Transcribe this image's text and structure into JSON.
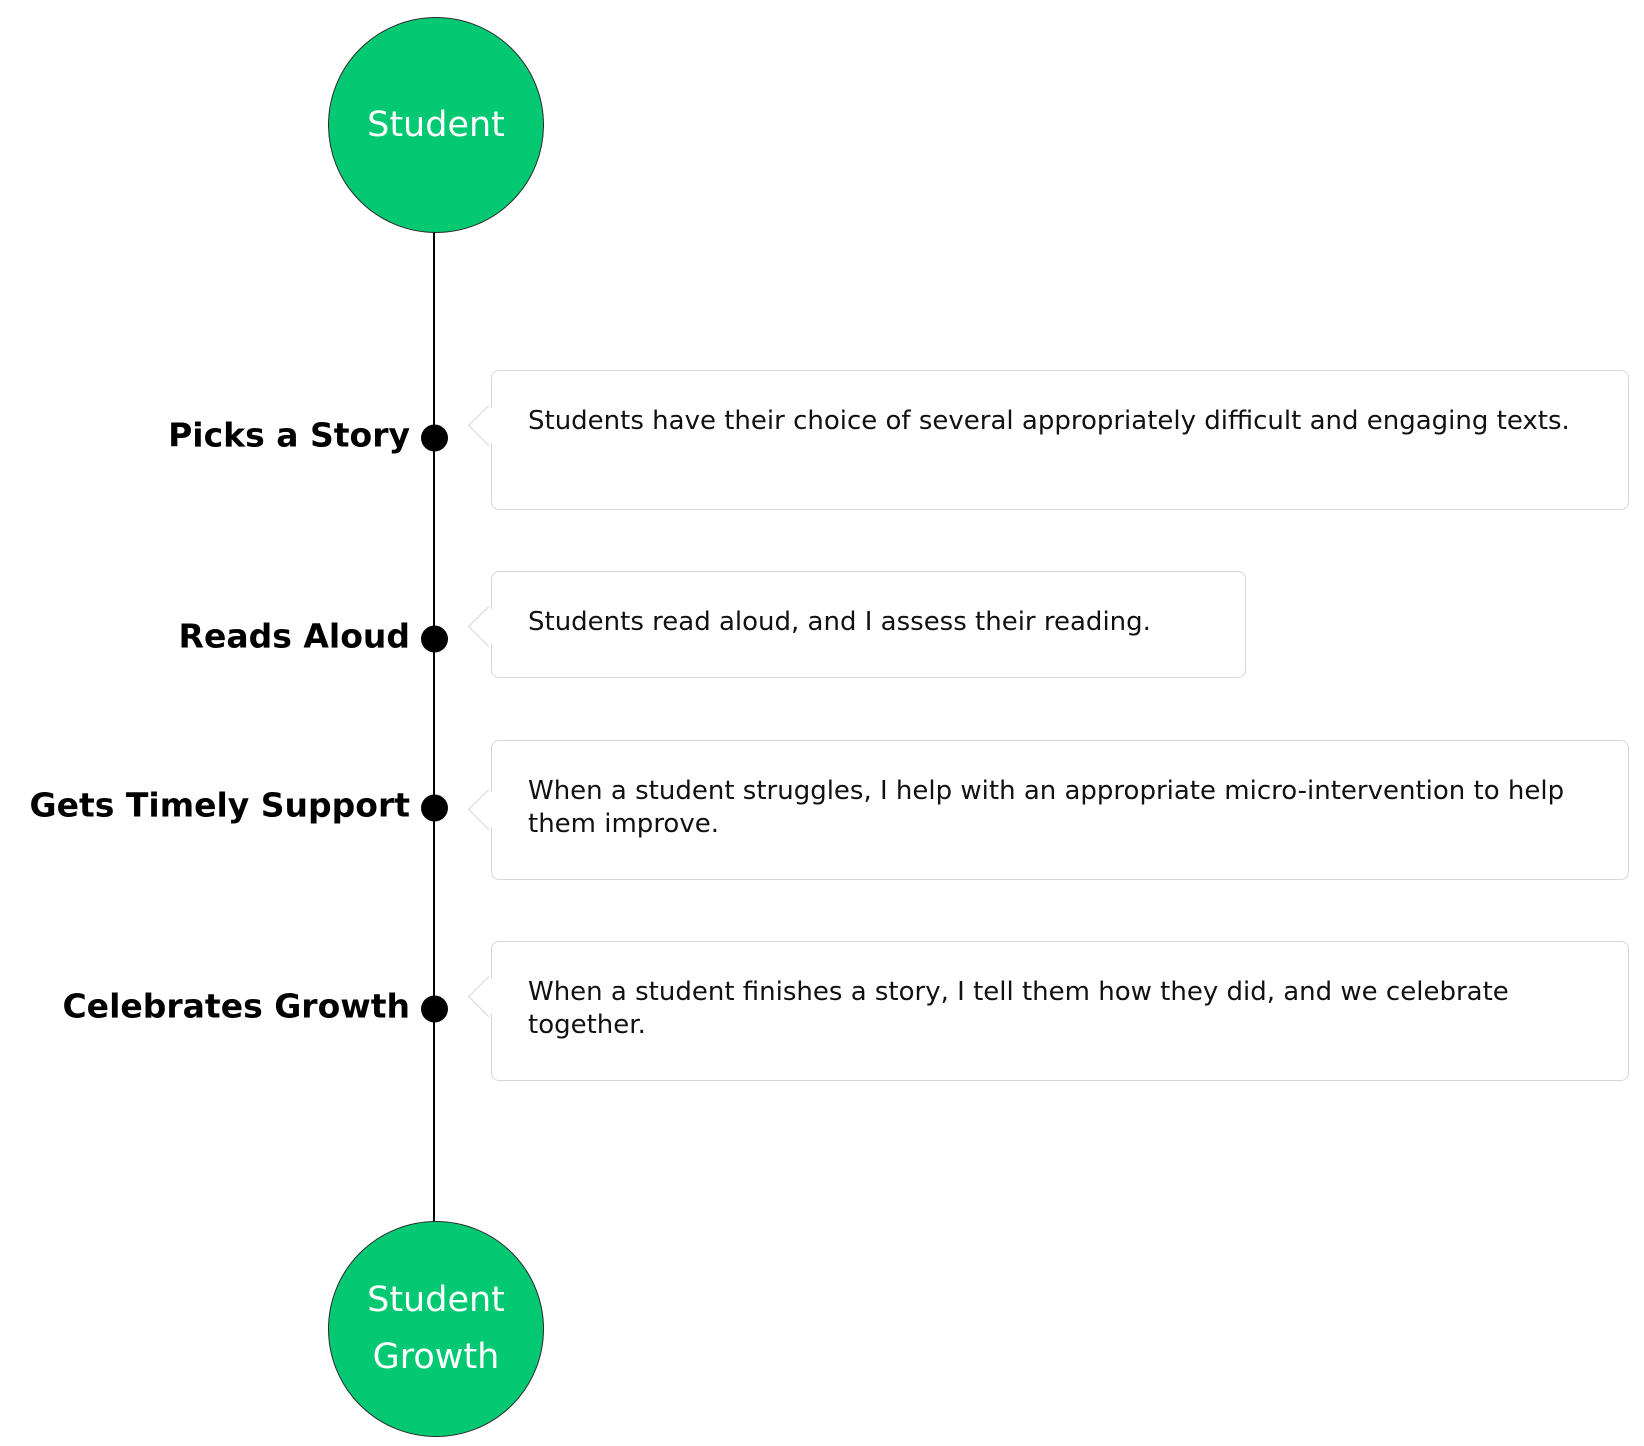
{
  "start_node": {
    "label": "Student"
  },
  "end_node": {
    "label": "Student Growth"
  },
  "steps": [
    {
      "title": "Picks a Story",
      "description": "Students have their choice of several appropriately difficult and engaging texts."
    },
    {
      "title": "Reads Aloud",
      "description": "Students read aloud, and I assess their reading."
    },
    {
      "title": "Gets Timely Support",
      "description": "When a student struggles, I help with an appropriate micro-intervention to help them improve."
    },
    {
      "title": "Celebrates Growth",
      "description": "When a student finishes a story, I tell them how they did, and we celebrate together."
    }
  ],
  "colors": {
    "node_fill": "#04c972",
    "node_text": "#ffffff",
    "line": "#000000",
    "card_border": "#d6d6d6"
  }
}
